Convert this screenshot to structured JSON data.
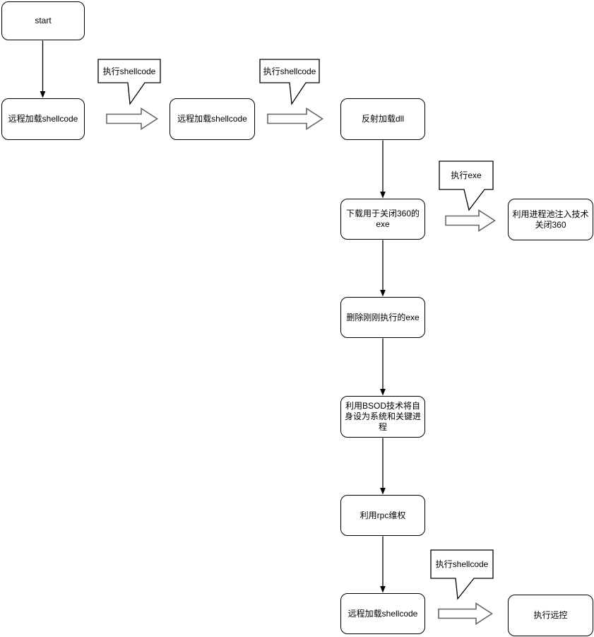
{
  "diagram": {
    "nodes": [
      {
        "id": "start",
        "label": "start"
      },
      {
        "id": "remote-load-shellcode-1",
        "label": "远程加载shellcode"
      },
      {
        "id": "remote-load-shellcode-2",
        "label": "远程加载shellcode"
      },
      {
        "id": "reflective-load-dll",
        "label": "反射加载dll"
      },
      {
        "id": "download-close360-exe",
        "label": "下载用于关闭360的exe"
      },
      {
        "id": "process-pool-inject-close-360",
        "label": "利用进程池注入技术关闭360"
      },
      {
        "id": "delete-executed-exe",
        "label": "删除刚刚执行的exe"
      },
      {
        "id": "bsod-critical-process",
        "label": "利用BSOD技术将自身设为系统和关键进程"
      },
      {
        "id": "rpc-persistence",
        "label": "利用rpc维权"
      },
      {
        "id": "remote-load-shellcode-3",
        "label": "远程加载shellcode"
      },
      {
        "id": "execute-remote-control",
        "label": "执行远控"
      }
    ],
    "callouts": [
      {
        "id": "callout-exec-shellcode-1",
        "label": "执行shellcode"
      },
      {
        "id": "callout-exec-shellcode-2",
        "label": "执行shellcode"
      },
      {
        "id": "callout-exec-exe",
        "label": "执行exe"
      },
      {
        "id": "callout-exec-shellcode-3",
        "label": "执行shellcode"
      }
    ],
    "edges": [
      {
        "from": "start",
        "to": "remote-load-shellcode-1",
        "type": "arrow"
      },
      {
        "from": "remote-load-shellcode-1",
        "to": "remote-load-shellcode-2",
        "type": "block-arrow",
        "callout": "执行shellcode"
      },
      {
        "from": "remote-load-shellcode-2",
        "to": "reflective-load-dll",
        "type": "block-arrow",
        "callout": "执行shellcode"
      },
      {
        "from": "reflective-load-dll",
        "to": "download-close360-exe",
        "type": "arrow"
      },
      {
        "from": "download-close360-exe",
        "to": "process-pool-inject-close-360",
        "type": "block-arrow",
        "callout": "执行exe"
      },
      {
        "from": "download-close360-exe",
        "to": "delete-executed-exe",
        "type": "arrow"
      },
      {
        "from": "delete-executed-exe",
        "to": "bsod-critical-process",
        "type": "arrow"
      },
      {
        "from": "bsod-critical-process",
        "to": "rpc-persistence",
        "type": "arrow"
      },
      {
        "from": "rpc-persistence",
        "to": "remote-load-shellcode-3",
        "type": "arrow"
      },
      {
        "from": "remote-load-shellcode-3",
        "to": "execute-remote-control",
        "type": "block-arrow",
        "callout": "执行shellcode"
      }
    ],
    "colors": {
      "background": "#ffffff",
      "node_fill": "#ffffff",
      "node_border": "#000000",
      "connector": "#000000",
      "block_arrow_border": "#666666",
      "text": "#000000"
    }
  }
}
